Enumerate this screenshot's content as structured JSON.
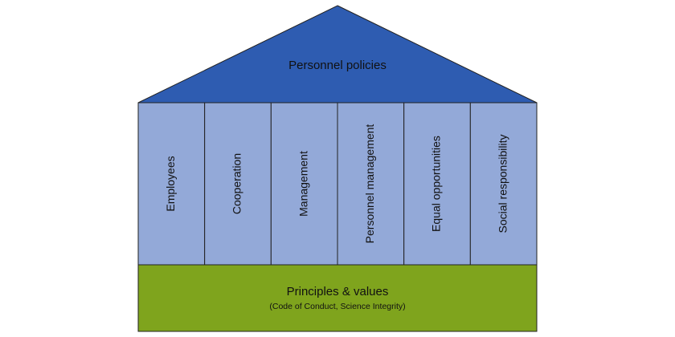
{
  "roof": {
    "label": "Personnel policies",
    "color": "#2e5cb1"
  },
  "pillars": {
    "color": "#93a9d8",
    "items": [
      {
        "label": "Employees"
      },
      {
        "label": "Cooperation"
      },
      {
        "label": "Management"
      },
      {
        "label": "Personnel management"
      },
      {
        "label": "Equal opportunities"
      },
      {
        "label": "Social responsibility"
      }
    ]
  },
  "base": {
    "title": "Principles & values",
    "subtitle": "(Code of Conduct, Science Integrity)",
    "color": "#7fa41d"
  },
  "outline_color": "#222222"
}
